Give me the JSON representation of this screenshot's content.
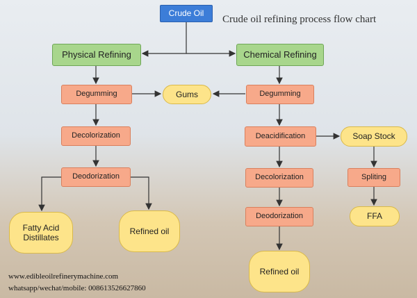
{
  "title": "Crude oil refining process flow chart",
  "footer": {
    "website": "www.edibleoilrefinerymachine.com",
    "contact": "whatsapp/wechat/mobile: 008613526627860"
  },
  "nodes": {
    "crude_oil": "Crude Oil",
    "physical_refining": "Physical Refining",
    "chemical_refining": "Chemical Refining",
    "degumming_left": "Degumming",
    "gums": "Gums",
    "degumming_right": "Degumming",
    "decolorization_left": "Decolorization",
    "deacidification": "Deacidification",
    "soap_stock": "Soap Stock",
    "deodorization_left": "Deodorization",
    "decolorization_right": "Decolorization",
    "spliting": "Spliting",
    "fatty_acid_distillates": "Fatty Acid Distillates",
    "refined_oil_left": "Refined oil",
    "deodorization_right": "Deodorization",
    "ffa": "FFA",
    "refined_oil_right": "Refined oil"
  },
  "colors": {
    "start": "#3c7dd8",
    "refining": "#a8d68c",
    "process": "#f7a98a",
    "product": "#fde48a",
    "arrow": "#333333"
  }
}
